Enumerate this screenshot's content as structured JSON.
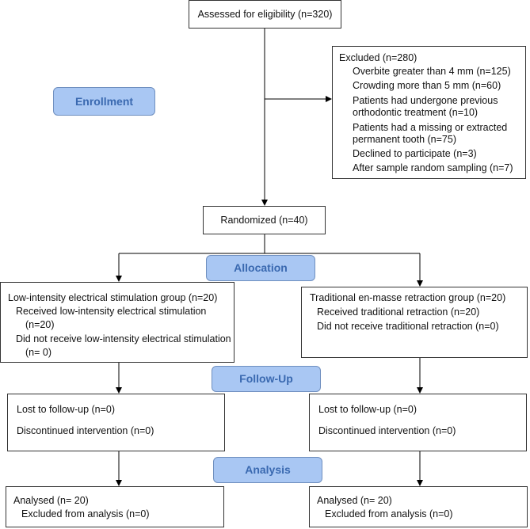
{
  "colors": {
    "phase_fill": "#a9c7f3",
    "phase_text": "#3a69b0",
    "box_border": "#333333",
    "arrow": "#000000"
  },
  "phases": {
    "enrollment": "Enrollment",
    "allocation": "Allocation",
    "followup": "Follow-Up",
    "analysis": "Analysis"
  },
  "assessed": "Assessed for eligibility (n=320)",
  "excluded": {
    "title": "Excluded (n=280)",
    "lines": [
      "Overbite greater than 4 mm (n=125)",
      "Crowding more than 5 mm (n=60)",
      "Patients had undergone previous",
      "orthodontic treatment (n=10)",
      "Patients had a missing or extracted",
      "permanent tooth (n=75)",
      "Declined to participate (n=3)",
      "After sample random sampling (n=7)"
    ]
  },
  "randomized": "Randomized (n=40)",
  "left_group": {
    "title": "Low-intensity electrical stimulation group (n=20)",
    "lines": [
      "Received low-intensity electrical stimulation",
      "(n=20)",
      "Did not receive low-intensity electrical stimulation",
      "(n= 0)"
    ]
  },
  "right_group": {
    "title": "Traditional en-masse retraction group (n=20)",
    "lines": [
      "Received traditional retraction (n=20)",
      "Did not receive traditional retraction (n=0)"
    ]
  },
  "followup_left": {
    "lost": "Lost to follow-up (n=0)",
    "discontinued": "Discontinued intervention (n=0)"
  },
  "followup_right": {
    "lost": "Lost to follow-up (n=0)",
    "discontinued": "Discontinued intervention (n=0)"
  },
  "analysis_left": {
    "analysed": "Analysed (n= 20)",
    "excluded": "Excluded from analysis (n=0)"
  },
  "analysis_right": {
    "analysed": "Analysed (n= 20)",
    "excluded": "Excluded from analysis (n=0)"
  }
}
